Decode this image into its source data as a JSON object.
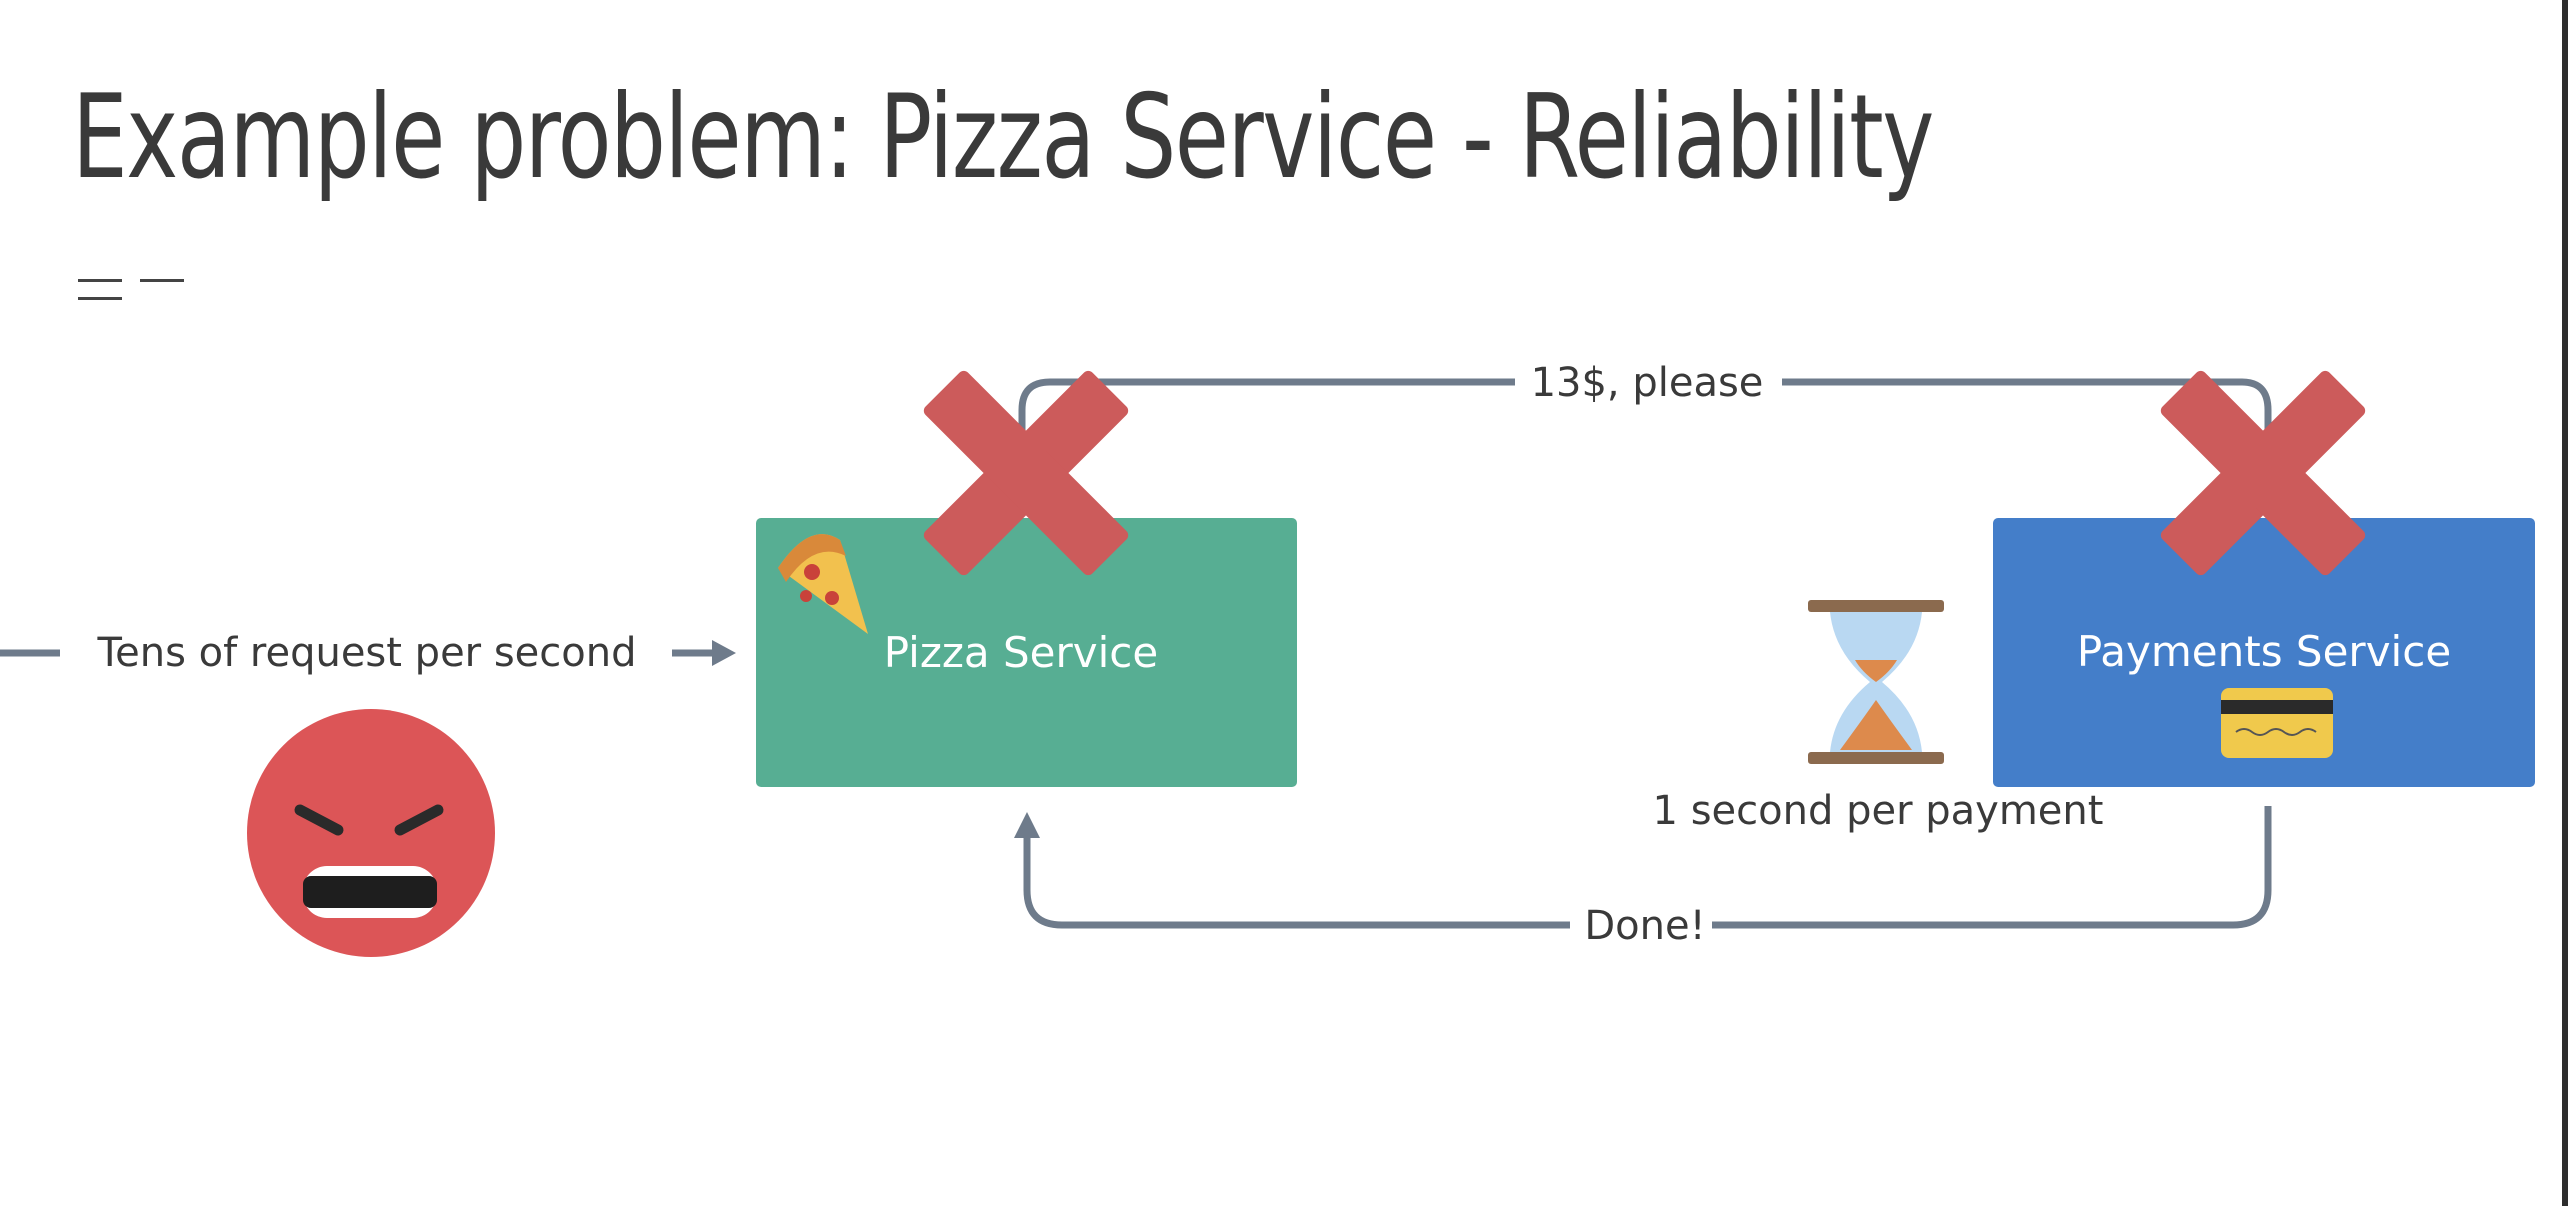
{
  "slide": {
    "title": "Example problem: Pizza Service - Reliability"
  },
  "diagram": {
    "incoming_label": "Tens of request per second",
    "pizza_service": {
      "label": "Pizza Service",
      "color": "#57ae93",
      "icon": "pizza-slice-icon"
    },
    "payments_service": {
      "label": "Payments Service",
      "color": "#447ec9",
      "icon": "credit-card-icon"
    },
    "request_label": "13$, please",
    "response_label": "Done!",
    "latency_label": "1 second per payment",
    "latency_icon": "hourglass-icon",
    "user_icon": "angry-face-icon",
    "failure_icon": "red-x-icon",
    "colors": {
      "connector": "#6e7b8b",
      "failure": "#cc5b5b",
      "angry_face": "#dc5557",
      "text": "#3a3a3a"
    }
  }
}
